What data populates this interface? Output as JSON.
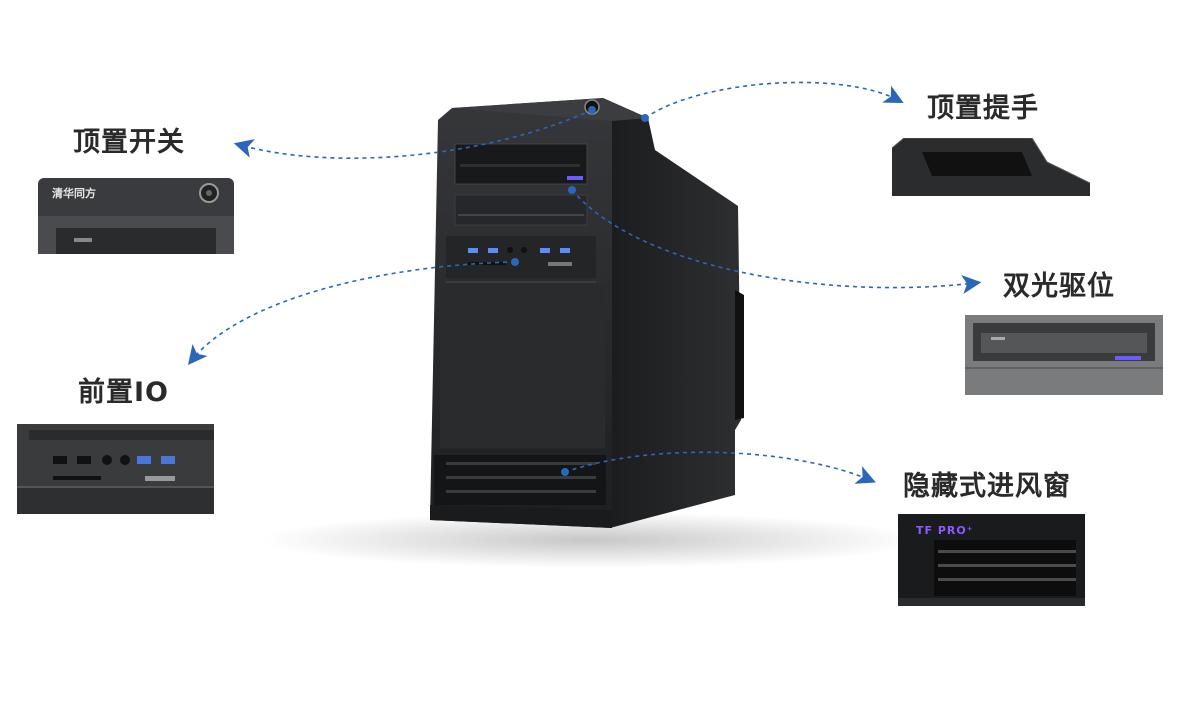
{
  "brand": {
    "logo_text": "清华同方"
  },
  "labels": {
    "top_switch": "顶置开关",
    "top_handle": "顶置提手",
    "dual_optical_bay": "双光驱位",
    "front_io": "前置IO",
    "hidden_vent": "隐藏式进风窗"
  },
  "vent_badge": {
    "text": "TF PRO⁺"
  },
  "colors": {
    "label_text": "#2a2a2a",
    "arrow": "#2a67b8",
    "case_body": "#2b2c2e",
    "accent_led": "#6a5cff"
  }
}
